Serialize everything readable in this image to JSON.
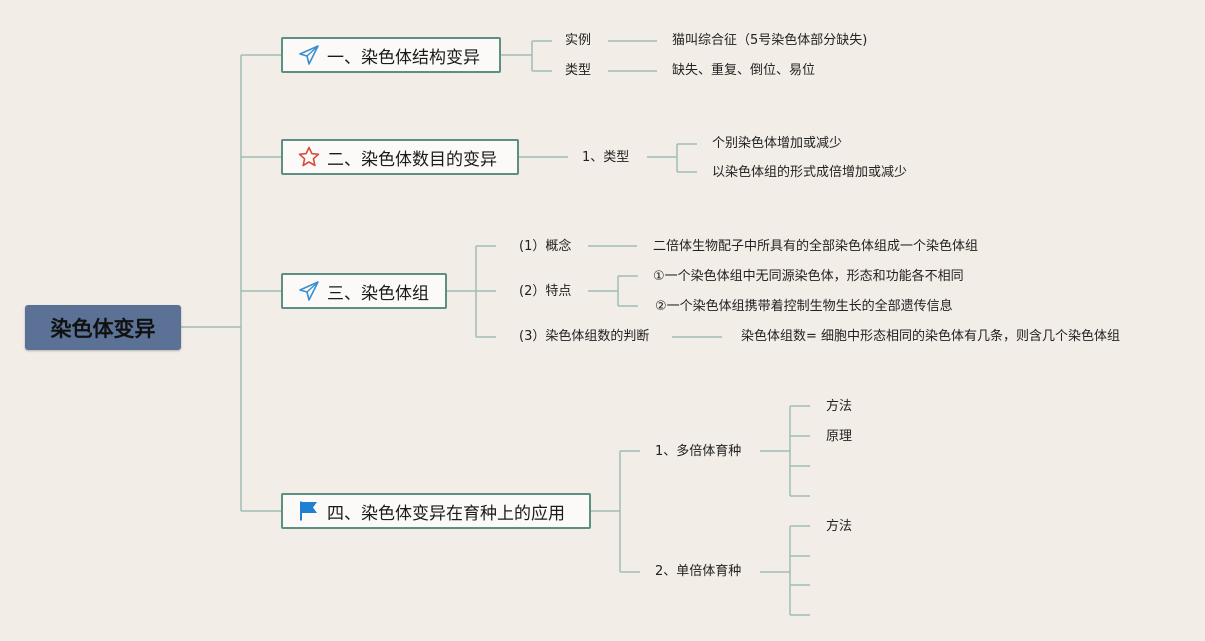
{
  "root": "染色体变异",
  "b1": {
    "label": "一、染色体结构变异",
    "icon": "paper-plane-icon",
    "example_label": "实例",
    "example_value": "猫叫综合征（5号染色体部分缺失)",
    "type_label": "类型",
    "type_value": "缺失、重复、倒位、易位"
  },
  "b2": {
    "label": "二、染色体数目的变异",
    "icon": "star-icon",
    "type_label": "1、类型",
    "types": [
      "个别染色体增加或减少",
      "以染色体组的形式成倍增加或减少"
    ]
  },
  "b3": {
    "label": "三、染色体组",
    "icon": "paper-plane-icon",
    "concept_label": "(1）概念",
    "concept_value": "二倍体生物配子中所具有的全部染色体组成一个染色体组",
    "feature_label": "(2）特点",
    "features": [
      "①一个染色体组中无同源染色体，形态和功能各不相同",
      "②一个染色体组携带着控制生物生长的全部遗传信息"
    ],
    "judge_label": "(3）染色体组数的判断",
    "judge_value": "染色体组数= 细胞中形态相同的染色体有几条，则含几个染色体组"
  },
  "b4": {
    "label": "四、染色体变异在育种上的应用",
    "icon": "flag-icon",
    "poly_label": "1、多倍体育种",
    "poly_items": [
      "方法",
      "原理",
      "",
      ""
    ],
    "hap_label": "2、单倍体育种",
    "hap_items": [
      "方法",
      "",
      "",
      ""
    ]
  },
  "colors": {
    "connector": "#9fbdb5",
    "branch_border": "#5d8f83",
    "root_bg": "#5b7196",
    "background": "#f2ede7"
  }
}
